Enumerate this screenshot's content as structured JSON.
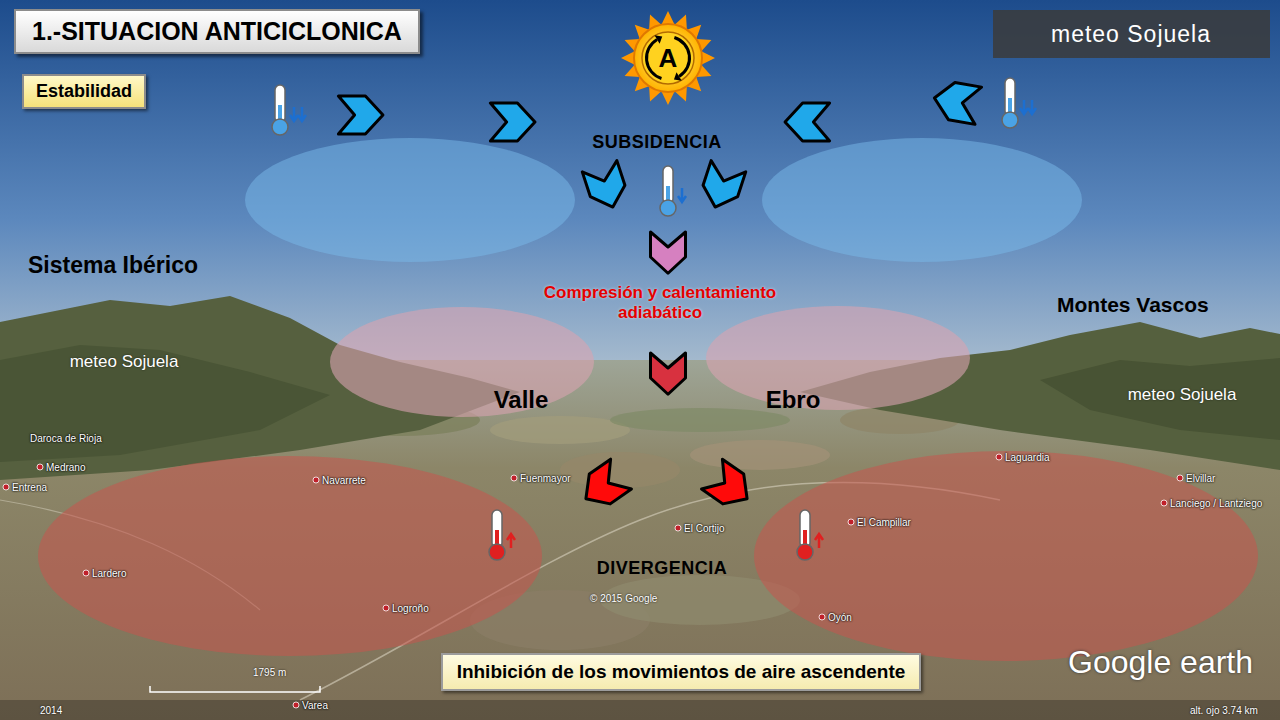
{
  "diagram": {
    "title": "1.-SITUACION ANTICICLONICA",
    "nodes": [
      {
        "text": [
          "Estabilidad"
        ]
      },
      {
        "text": [
          "A"
        ]
      },
      {
        "text": [
          "Inhibición de los movimientos de aire ascendente"
        ]
      }
    ],
    "labels": [
      "SUBSIDENCIA",
      "Compresión y calentamiento adiabático",
      "Sistema Ibérico",
      "Montes Vascos",
      "Valle",
      "Ebro",
      "DIVERGENCIA",
      "meteo Sojuela",
      "meteo Sojuela",
      "meteo Sojuela",
      "Lardero",
      "Logroño",
      "Varea",
      "Navarrete",
      "Entrena",
      "Medrano",
      "Daroca de Rioja",
      "Fuenmayor",
      "El Cortijo",
      "El Campillar",
      "Oyón",
      "Laguardia",
      "Elvillar",
      "Lanciego / Lantziego",
      "© 2015 Google",
      "1795 m",
      "2014",
      "Google earth",
      "alt. ojo 3.74 km"
    ]
  }
}
